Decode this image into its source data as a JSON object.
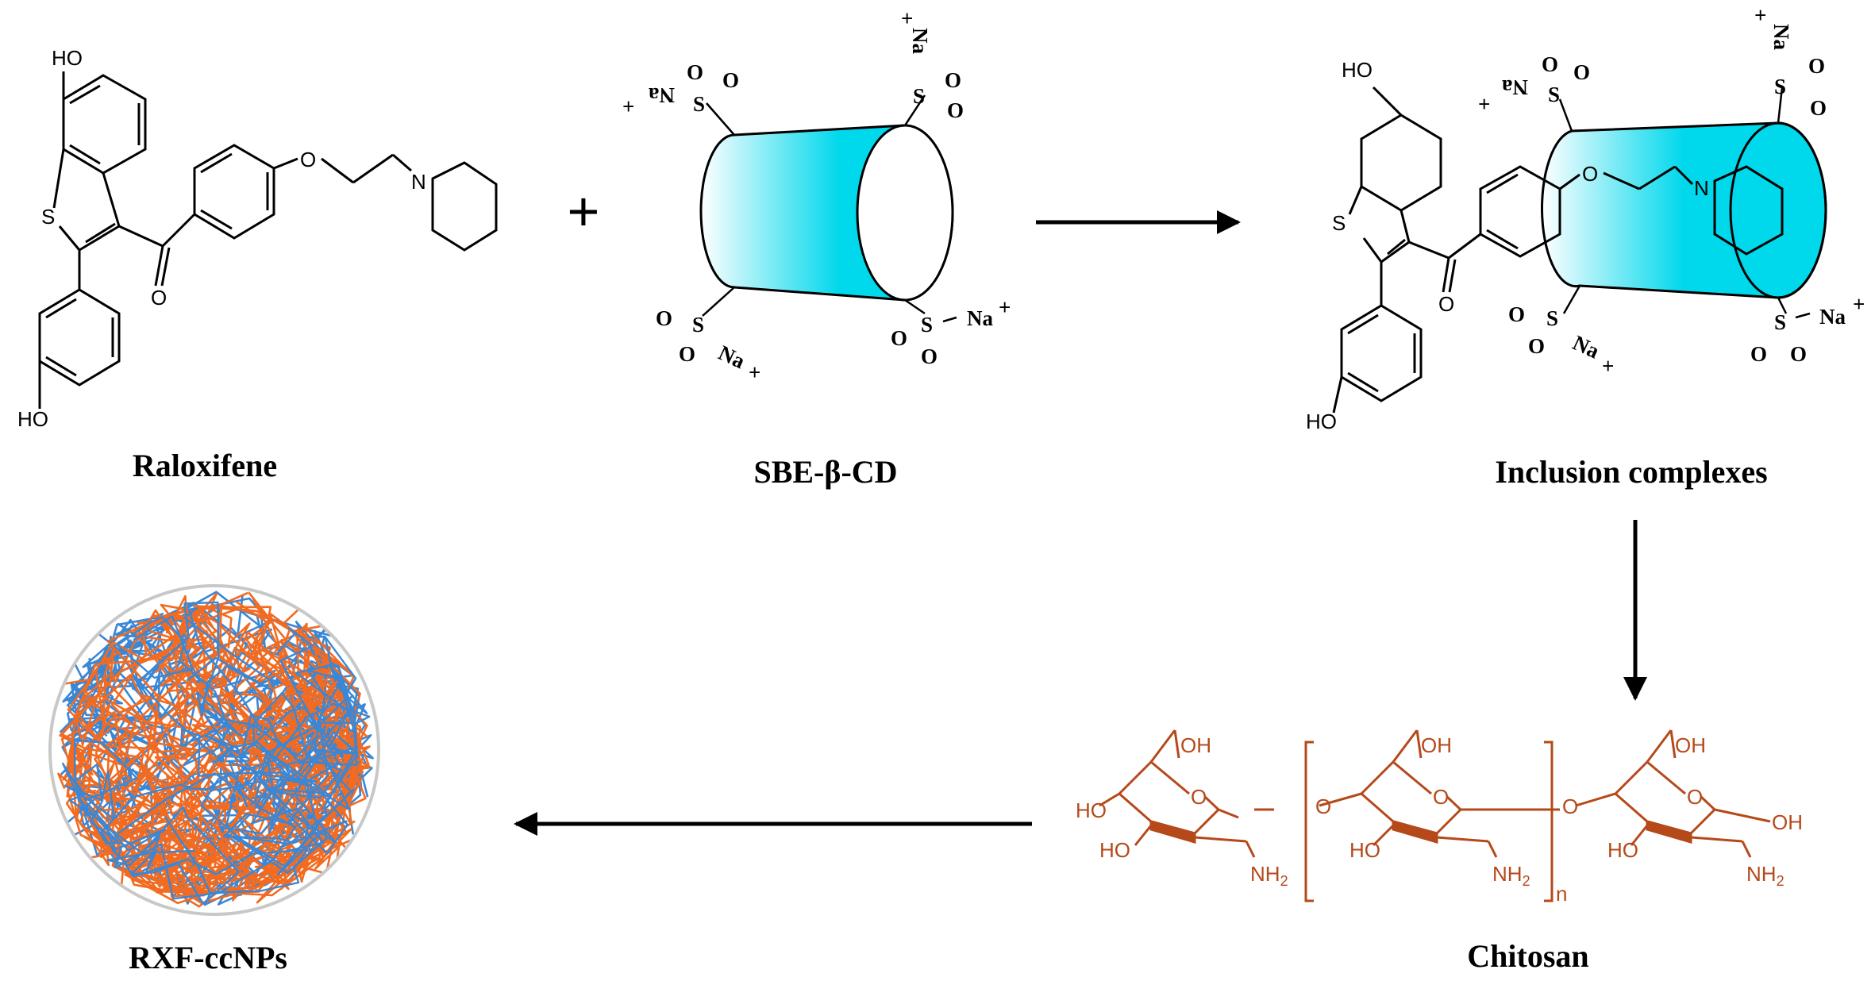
{
  "colors": {
    "cyclodextrin": "#00d8ec",
    "chitosan": "#b5491a",
    "particle_orange": "#f26b21",
    "particle_blue": "#3a87d6"
  },
  "labels": {
    "raloxifene": "Raloxifene",
    "sbe_cd": "SBE-β-CD",
    "inclusion": "Inclusion complexes",
    "chitosan": "Chitosan",
    "nanoparticles": "RXF-ccNPs",
    "plus": "+"
  },
  "atoms": {
    "ho": "HO",
    "oh": "OH",
    "s": "S",
    "o": "O",
    "n": "N",
    "nh2": "NH",
    "sub2": "2",
    "n_repeat": "n"
  },
  "ions": {
    "sulfur": "S",
    "oxygen": "O",
    "sodium": "Na",
    "plus": "+"
  }
}
